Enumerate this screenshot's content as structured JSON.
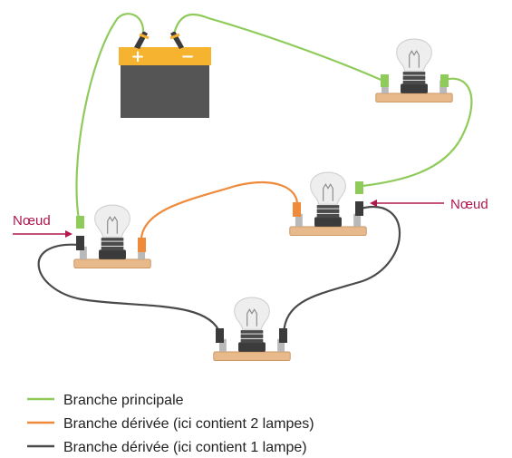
{
  "colors": {
    "principal": "#8fcb5a",
    "derivee_2": "#ee8a3a",
    "derivee_1": "#4a4a4a",
    "node_arrow": "#b0184f",
    "battery_top": "#f5b330",
    "battery_body": "#555555",
    "base": "#e8b98a"
  },
  "battery": {
    "plus": "+",
    "minus": "−"
  },
  "nodes": {
    "left": "Nœud",
    "right": "Nœud"
  },
  "legend": [
    {
      "label": "Branche principale",
      "color": "#8fcb5a"
    },
    {
      "label": "Branche dérivée (ici contient 2 lampes)",
      "color": "#ee8a3a"
    },
    {
      "label": "Branche dérivée (ici contient 1 lampe)",
      "color": "#4a4a4a"
    }
  ]
}
